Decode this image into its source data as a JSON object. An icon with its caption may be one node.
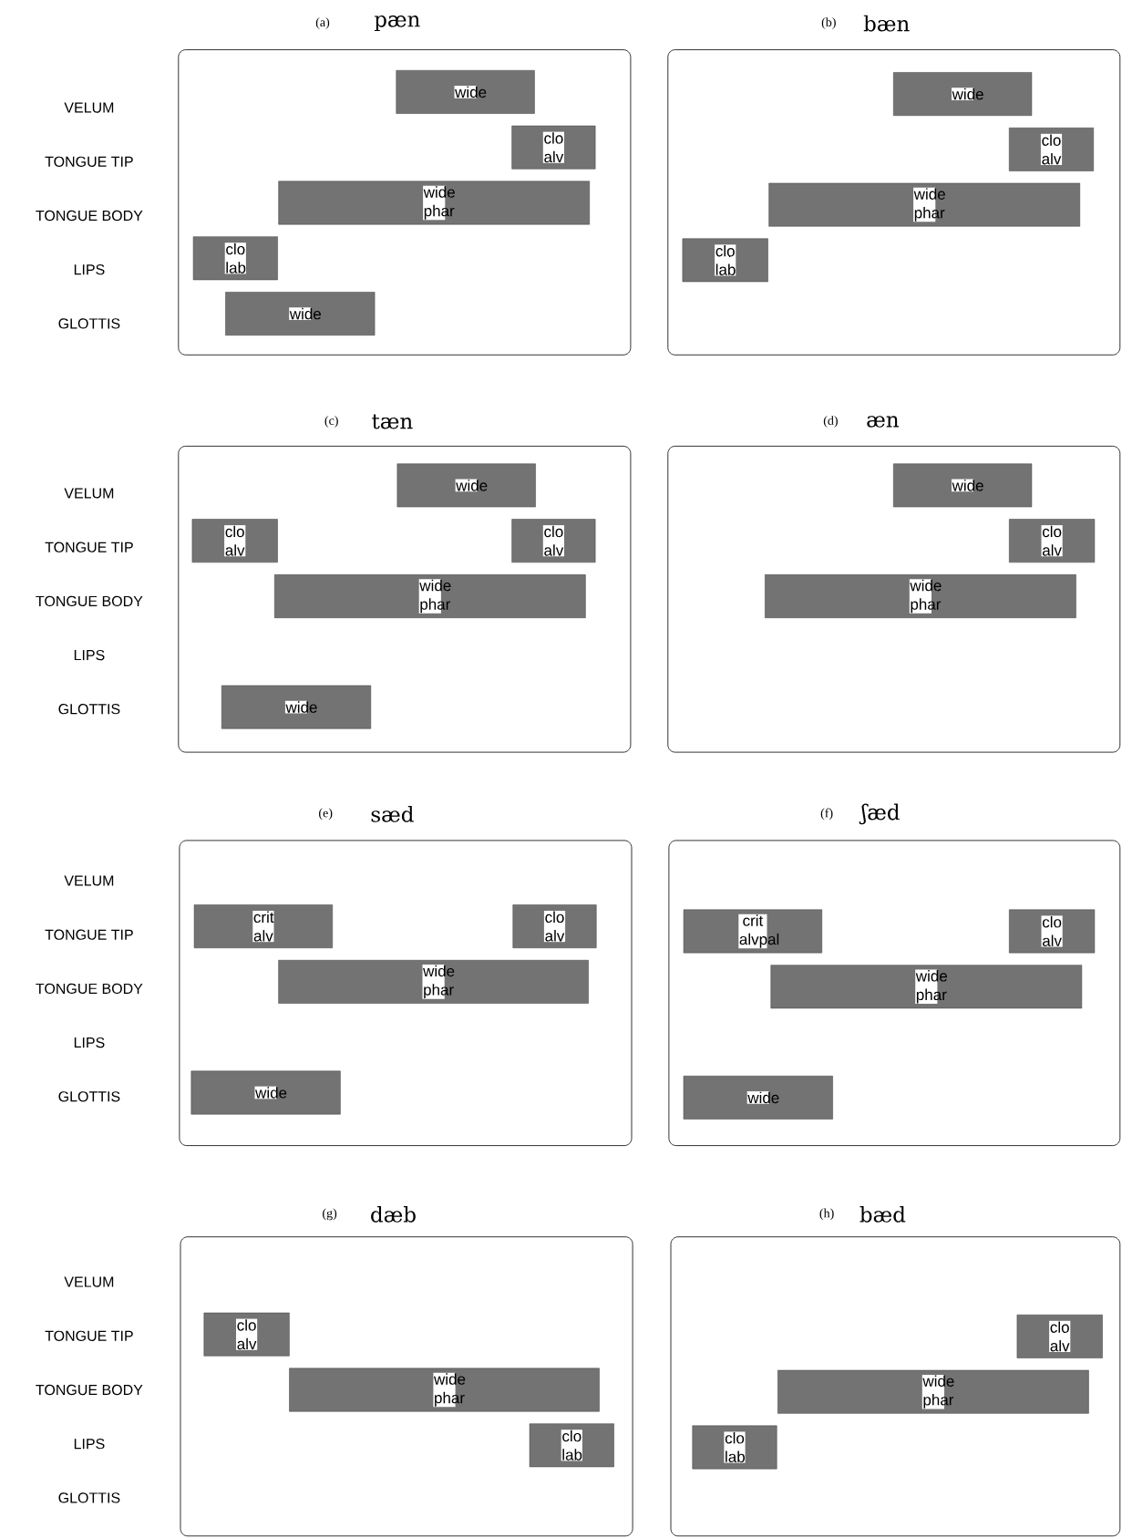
{
  "diagram": {
    "nodes": [
      {
        "text": [
          "(a)",
          "pæn"
        ]
      },
      {
        "text": [
          "wide"
        ],
        "in": 0
      },
      {
        "text": [
          "clo alv"
        ],
        "in": 0
      },
      {
        "text": [
          "wide phar"
        ],
        "in": 0
      },
      {
        "text": [
          "clo lab"
        ],
        "in": 0
      },
      {
        "text": [
          "wide"
        ],
        "in": 0
      },
      {
        "text": [
          "(b)",
          "bæn"
        ]
      },
      {
        "text": [
          "wide"
        ],
        "in": 6
      },
      {
        "text": [
          "clo alv"
        ],
        "in": 6
      },
      {
        "text": [
          "wide phar"
        ],
        "in": 6
      },
      {
        "text": [
          "clo lab"
        ],
        "in": 6
      },
      {
        "text": [
          "(c)",
          "tæn"
        ]
      },
      {
        "text": [
          "wide"
        ],
        "in": 11
      },
      {
        "text": [
          "clo alv"
        ],
        "in": 11
      },
      {
        "text": [
          "clo alv"
        ],
        "in": 11
      },
      {
        "text": [
          "wide phar"
        ],
        "in": 11
      },
      {
        "text": [
          "wide"
        ],
        "in": 11
      },
      {
        "text": [
          "(d)",
          "æn"
        ]
      },
      {
        "text": [
          "wide"
        ],
        "in": 17
      },
      {
        "text": [
          "clo alv"
        ],
        "in": 17
      },
      {
        "text": [
          "wide phar"
        ],
        "in": 17
      },
      {
        "text": [
          "(e)",
          "sæd"
        ]
      },
      {
        "text": [
          "crit alv"
        ],
        "in": 21
      },
      {
        "text": [
          "clo alv"
        ],
        "in": 21
      },
      {
        "text": [
          "wide phar"
        ],
        "in": 21
      },
      {
        "text": [
          "wide"
        ],
        "in": 21
      },
      {
        "text": [
          "(f)",
          "ʃæd"
        ]
      },
      {
        "text": [
          "crit alvpal"
        ],
        "in": 26
      },
      {
        "text": [
          "clo alv"
        ],
        "in": 26
      },
      {
        "text": [
          "wide phar"
        ],
        "in": 26
      },
      {
        "text": [
          "wide"
        ],
        "in": 26
      },
      {
        "text": [
          "(g)",
          "dæb"
        ]
      },
      {
        "text": [
          "clo alv"
        ],
        "in": 31
      },
      {
        "text": [
          "wide phar"
        ],
        "in": 31
      },
      {
        "text": [
          "clo lab"
        ],
        "in": 31
      },
      {
        "text": [
          "(h)",
          "bæd"
        ]
      },
      {
        "text": [
          "clo alv"
        ],
        "in": 35
      },
      {
        "text": [
          "wide phar"
        ],
        "in": 35
      },
      {
        "text": [
          "clo lab"
        ],
        "in": 35
      }
    ],
    "labels": [
      "VELUM",
      "TONGUE TIP",
      "TONGUE BODY",
      "LIPS",
      "GLOTTIS",
      "VELUM",
      "TONGUE TIP",
      "TONGUE BODY",
      "LIPS",
      "GLOTTIS",
      "VELUM",
      "TONGUE TIP",
      "TONGUE BODY",
      "LIPS",
      "GLOTTIS",
      "VELUM",
      "TONGUE TIP",
      "TONGUE BODY",
      "LIPS",
      "GLOTTIS"
    ]
  }
}
